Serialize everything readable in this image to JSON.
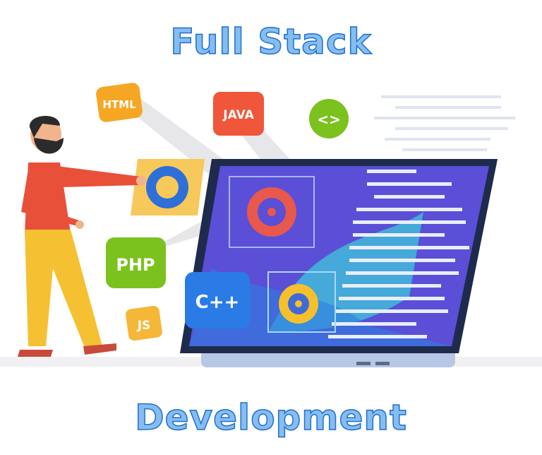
{
  "title_line1": "Full Stack",
  "title_line2": "Development",
  "badges": {
    "html": "HTML",
    "java": "JAVA",
    "code": "<>",
    "php": "PHP",
    "cpp": "C++",
    "js": "JS"
  },
  "colors": {
    "title_fill": "#86bdf0",
    "title_outline": "#1f6fcf",
    "html_badge": "#f5a623",
    "java_badge": "#f0563a",
    "code_badge": "#7cc21e",
    "php_badge": "#7cc21e",
    "cpp_badge": "#2a7be6",
    "js_badge": "#f5b738",
    "screen": "#5a4fd6"
  }
}
